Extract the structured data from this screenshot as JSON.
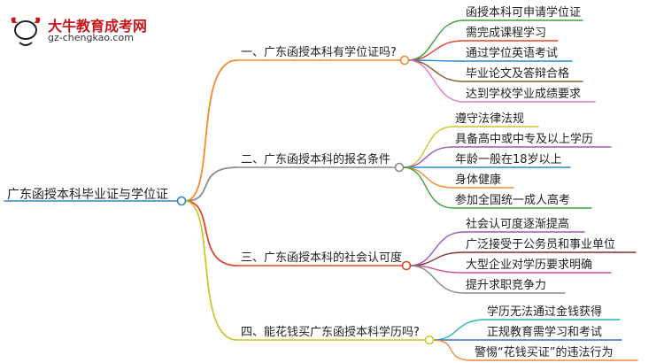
{
  "logo": {
    "title": "大牛教育成考网",
    "url": "gz-chengkao.com"
  },
  "root": {
    "label": "广东函授本科毕业证与学位证"
  },
  "branches": [
    {
      "label": "一、广东函授本科有学位证吗?",
      "color": "#f28b2c",
      "leaves": [
        {
          "label": "函授本科可申请学位证",
          "color": "#3aa23a"
        },
        {
          "label": "需完成课程学习",
          "color": "#e0452b"
        },
        {
          "label": "通过学位英语考试",
          "color": "#2f87c9"
        },
        {
          "label": "毕业论文及答辩合格",
          "color": "#8b5a2b"
        },
        {
          "label": "达到学校学业成绩要求",
          "color": "#e07ac0"
        }
      ]
    },
    {
      "label": "二、广东函授本科的报名条件",
      "color": "#8a8a8a",
      "leaves": [
        {
          "label": "遵守法律法规",
          "color": "#c9c92a"
        },
        {
          "label": "具备高中或中专及以上学历",
          "color": "#9b59b6"
        },
        {
          "label": "年龄一般在18岁以上",
          "color": "#2f87c9"
        },
        {
          "label": "身体健康",
          "color": "#f28b2c"
        },
        {
          "label": "参加全国统一成人高考",
          "color": "#3aa23a"
        }
      ]
    },
    {
      "label": "三、广东函授本科的社会认可度",
      "color": "#e0452b",
      "leaves": [
        {
          "label": "社会认可度逐渐提高",
          "color": "#9b59b6"
        },
        {
          "label": "广泛接受于公务员和事业单位",
          "color": "#8b2c2c"
        },
        {
          "label": "大型企业对学历要求明确",
          "color": "#d64f8f"
        },
        {
          "label": "提升求职竞争力",
          "color": "#8a8a8a"
        }
      ]
    },
    {
      "label": "四、能花钱买广东函授本科学历吗?",
      "color": "#c9c92a",
      "leaves": [
        {
          "label": "学历无法通过金钱获得",
          "color": "#23b5b5"
        },
        {
          "label": "正规教育需学习和考试",
          "color": "#3a6fc9"
        },
        {
          "label": "警惕“花钱买证”的违法行为",
          "color": "#f28b2c"
        }
      ]
    }
  ]
}
